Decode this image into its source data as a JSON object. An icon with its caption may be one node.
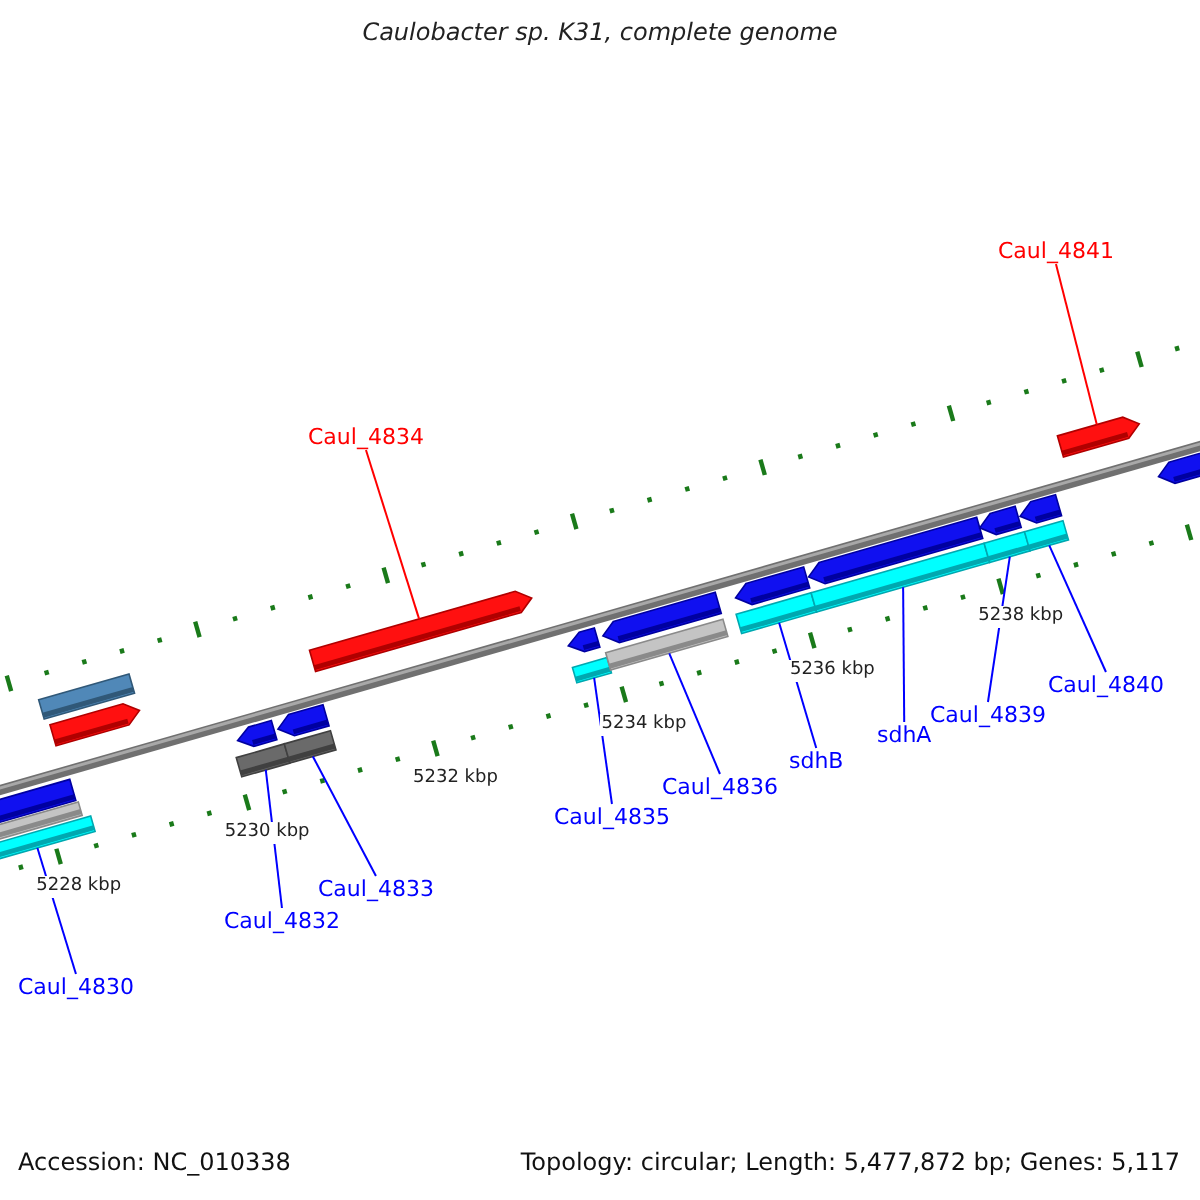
{
  "diagram": {
    "title": "Caulobacter sp. K31, complete genome",
    "nodes": [
      {
        "text": [
          "Caul_4841"
        ]
      },
      {
        "text": [
          "Caul_4834"
        ]
      },
      {
        "text": [
          "Caul_4840"
        ]
      },
      {
        "text": [
          "sdhB"
        ]
      },
      {
        "text": [
          "Caul_4839"
        ]
      },
      {
        "text": [
          "sdhA"
        ]
      },
      {
        "text": [
          "Caul_4836"
        ]
      },
      {
        "text": [
          "Caul_4835"
        ]
      },
      {
        "text": [
          "Caul_4833"
        ]
      },
      {
        "text": [
          "Caul_4832"
        ]
      },
      {
        "text": [
          "Caul_4830"
        ]
      },
      {
        "text": [],
        "shape": "pentagon"
      },
      {
        "text": [],
        "shape": "bar"
      },
      {
        "text": [],
        "shape": "bar"
      },
      {
        "text": [],
        "shape": "bar"
      },
      {
        "text": [],
        "shape": "pentagon"
      },
      {
        "text": [],
        "shape": "bar"
      },
      {
        "text": [],
        "shape": "pentagon"
      },
      {
        "text": [],
        "shape": "pentagon"
      },
      {
        "text": [],
        "shape": "bar"
      },
      {
        "text": [],
        "shape": "pentagon"
      },
      {
        "text": [],
        "shape": "bar"
      },
      {
        "text": [],
        "shape": "pentagon"
      },
      {
        "text": [],
        "shape": "bar"
      },
      {
        "text": [],
        "shape": "pentagon"
      },
      {
        "text": [],
        "shape": "bar"
      },
      {
        "text": [],
        "shape": "pentagon"
      },
      {
        "text": [],
        "shape": "bar"
      },
      {
        "text": [],
        "shape": "pentagon"
      },
      {
        "text": [],
        "shape": "bar"
      },
      {
        "text": [],
        "shape": "pentagon"
      },
      {
        "text": [],
        "shape": "pentagon"
      },
      {
        "text": [],
        "shape": "bar"
      },
      {
        "text": [],
        "shape": "pentagon"
      },
      {
        "text": [],
        "shape": "pentagon"
      }
    ],
    "edges": [
      {
        "from": 0,
        "to": 33,
        "arrow": "none",
        "color": "#ff0000"
      },
      {
        "from": 1,
        "to": 20,
        "arrow": "none",
        "color": "#ff0000"
      },
      {
        "from": 2,
        "to": 32,
        "arrow": "none"
      },
      {
        "from": 3,
        "to": 25,
        "arrow": "none"
      },
      {
        "from": 4,
        "to": 29,
        "arrow": "none"
      },
      {
        "from": 5,
        "to": 27,
        "arrow": "none"
      },
      {
        "from": 6,
        "to": 23,
        "arrow": "none"
      },
      {
        "from": 7,
        "to": 21,
        "arrow": "none"
      },
      {
        "from": 8,
        "to": 19,
        "arrow": "none"
      },
      {
        "from": 9,
        "to": 16,
        "arrow": "none"
      },
      {
        "from": 10,
        "to": 13,
        "arrow": "none"
      }
    ],
    "labels": [
      "5238 kbp",
      "5236 kbp",
      "5234 kbp",
      "5232 kbp",
      "5230 kbp",
      "5228 kbp",
      "Accession: NC_010338",
      "Topology: circular; Length: 5,477,872 bp; Genes: 5,117"
    ]
  }
}
